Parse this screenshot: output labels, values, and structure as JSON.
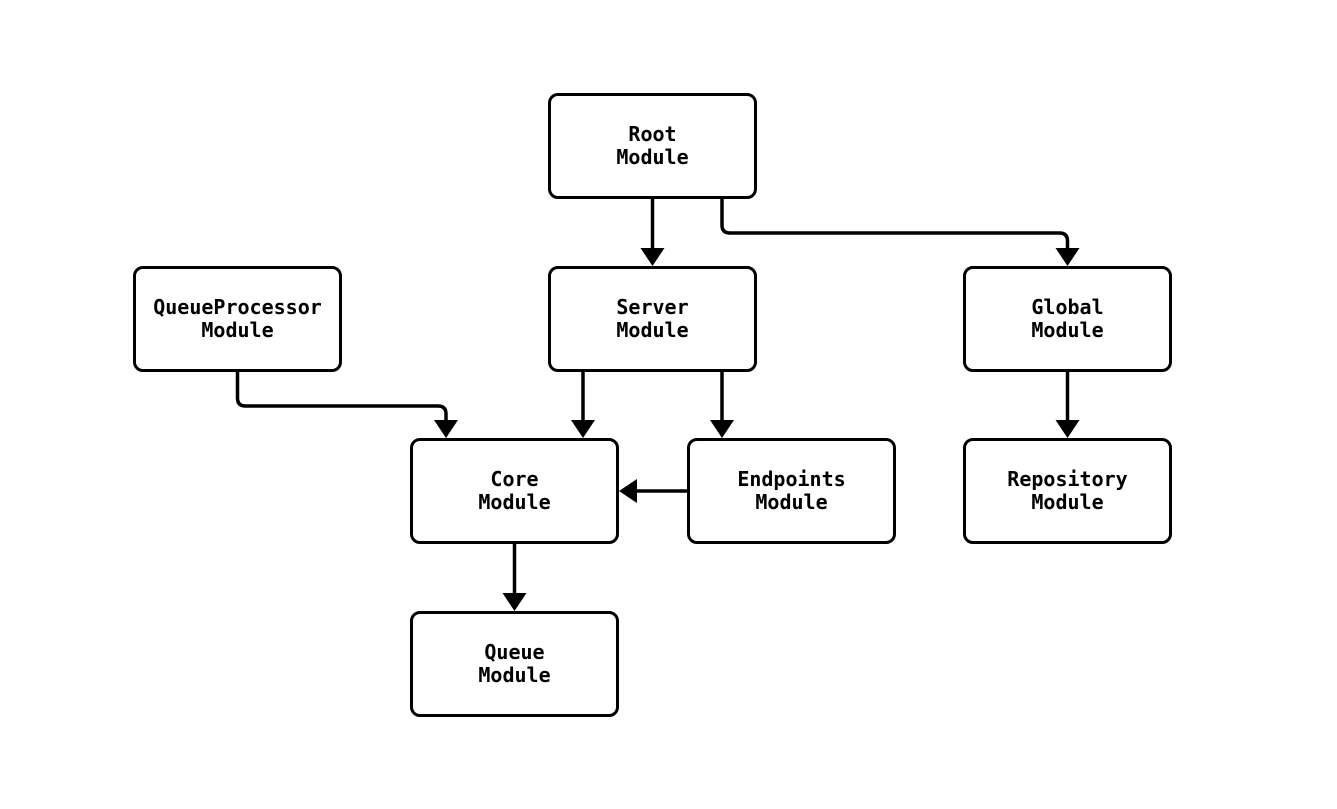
{
  "diagram": {
    "type": "module-dependency-graph",
    "background_color": "#ffffff",
    "node_fill_color": "#ffffff",
    "node_border_color": "#000000",
    "edge_color": "#000000",
    "text_color": "#000000",
    "nodes": [
      {
        "id": "root",
        "label": "Root\nModule"
      },
      {
        "id": "queueprocessor",
        "label": "QueueProcessor\nModule"
      },
      {
        "id": "server",
        "label": "Server\nModule"
      },
      {
        "id": "global",
        "label": "Global\nModule"
      },
      {
        "id": "core",
        "label": "Core\nModule"
      },
      {
        "id": "endpoints",
        "label": "Endpoints\nModule"
      },
      {
        "id": "repository",
        "label": "Repository\nModule"
      },
      {
        "id": "queue",
        "label": "Queue\nModule"
      }
    ],
    "edges": [
      {
        "from": "root",
        "to": "server"
      },
      {
        "from": "root",
        "to": "global"
      },
      {
        "from": "queueprocessor",
        "to": "core"
      },
      {
        "from": "server",
        "to": "core"
      },
      {
        "from": "server",
        "to": "endpoints"
      },
      {
        "from": "endpoints",
        "to": "core"
      },
      {
        "from": "global",
        "to": "repository"
      },
      {
        "from": "core",
        "to": "queue"
      }
    ]
  }
}
